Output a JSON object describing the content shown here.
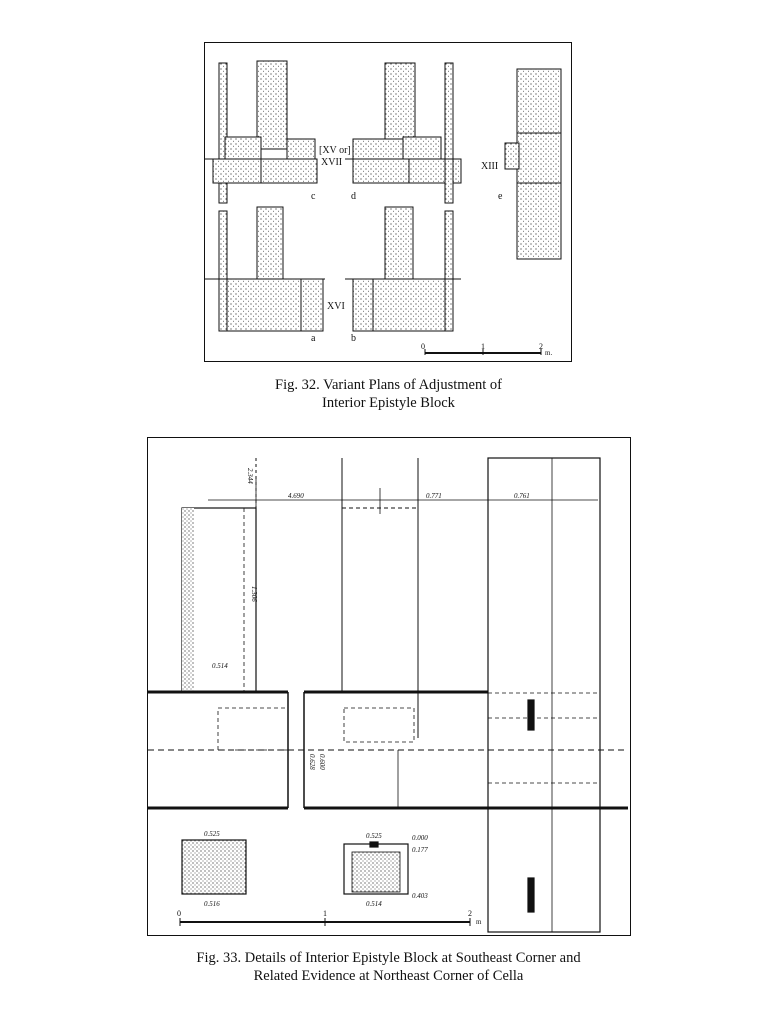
{
  "fig32": {
    "caption_line1": "Fig. 32.  Variant Plans of Adjustment of",
    "caption_line2": "Interior Epistyle Block",
    "labels": {
      "c": "c",
      "d": "d",
      "e": "e",
      "a": "a",
      "b": "b",
      "xv": "[XV or]",
      "xvii": "XVII",
      "xiii": "XIII",
      "xvi": "XVI"
    },
    "scale": {
      "s0": "0",
      "s1": "1",
      "s2": "2",
      "unit": "m."
    }
  },
  "fig33": {
    "caption_line1": "Fig. 33.  Details of Interior Epistyle Block at Southeast Corner and",
    "caption_line2": "Related Evidence at Northeast Corner of Cella",
    "measures": {
      "m2344": "2.344",
      "m4690": "4.690",
      "m0771": "0.771",
      "m0761": "0.761",
      "m1306": "1.306",
      "m0514": "0.514",
      "m0628": "0.628",
      "m0600": "0.600",
      "m0525a": "0.525",
      "m0516": "0.516",
      "m0525b": "0.525",
      "m0514b": "0.514",
      "m0000": "0.000",
      "m0177": "0.177",
      "m0403": "0.403"
    },
    "scale": {
      "s0": "0",
      "s1": "1",
      "s2": "2",
      "unit": "m"
    }
  }
}
